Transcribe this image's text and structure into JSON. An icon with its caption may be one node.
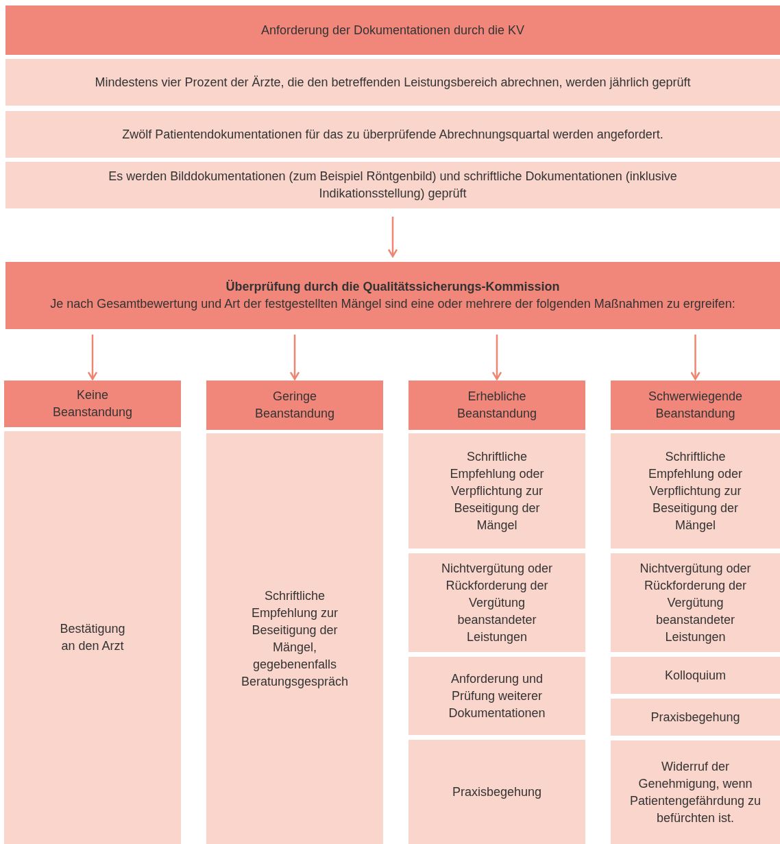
{
  "diagram": {
    "nodes": [
      {
        "text": [
          "Anforderung der Dokumentationen durch die KV"
        ]
      },
      {
        "text": [
          "Mindestens vier Prozent der Ärzte, die den betreffenden Leistungsbereich abrechnen, werden jährlich geprüft"
        ]
      },
      {
        "text": [
          "Zwölf Patientendokumentationen für das zu überprüfende Abrechnungsquartal werden angefordert."
        ]
      },
      {
        "text": [
          "Es werden Bilddokumentationen (zum Beispiel Röntgenbild) und schriftliche Dokumentationen (inklusive Indikationsstellung) geprüft"
        ]
      },
      {
        "text": [
          "Überprüfung durch die Qualitätssicherungs-Kommission",
          "Je nach Gesamtbewertung und Art der festgestellten Mängel sind eine oder mehrere der folgenden Maßnahmen zu ergreifen:"
        ]
      },
      {
        "text": [
          "Keine Beanstandung"
        ]
      },
      {
        "text": [
          "Geringe Beanstandung"
        ]
      },
      {
        "text": [
          "Erhebliche Beanstandung"
        ]
      },
      {
        "text": [
          "Schwerwiegende Beanstandung"
        ]
      },
      {
        "text": [
          "Bestätigung an den Arzt"
        ]
      },
      {
        "text": [
          "Schriftliche Empfehlung zur Beseitigung der Mängel, gegebenenfalls Beratungsgespräch"
        ]
      },
      {
        "text": [
          "Schriftliche Empfehlung oder Verpflichtung zur Beseitigung der Mängel"
        ]
      },
      {
        "text": [
          "Nichtvergütung oder Rückforderung der Vergütung beanstandeter Leistungen"
        ]
      },
      {
        "text": [
          "Anforderung und Prüfung weiterer Dokumentationen"
        ]
      },
      {
        "text": [
          "Praxisbegehung"
        ]
      },
      {
        "text": [
          "Schriftliche Empfehlung oder Verpflichtung zur Beseitigung der Mängel"
        ]
      },
      {
        "text": [
          "Nichtvergütung oder Rückforderung der Vergütung beanstandeter Leistungen"
        ]
      },
      {
        "text": [
          "Kolloquium"
        ]
      },
      {
        "text": [
          "Praxisbegehung"
        ]
      },
      {
        "text": [
          "Widerruf der Genehmigung, wenn Patientengefährdung zu befürchten ist."
        ]
      }
    ],
    "edges": [
      {
        "from": 3,
        "to": 4,
        "arrow": "to"
      },
      {
        "from": 4,
        "to": 5,
        "arrow": "to"
      },
      {
        "from": 4,
        "to": 6,
        "arrow": "to"
      },
      {
        "from": 4,
        "to": 7,
        "arrow": "to"
      },
      {
        "from": 4,
        "to": 8,
        "arrow": "to"
      }
    ]
  }
}
